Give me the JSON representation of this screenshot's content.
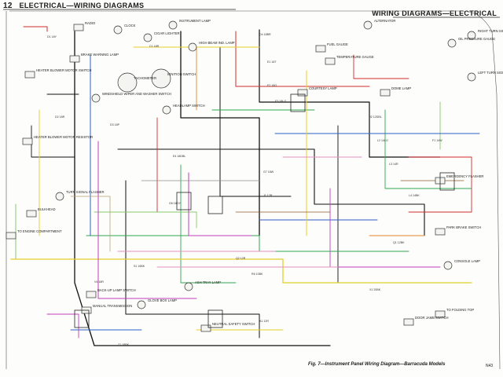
{
  "header": {
    "page_number": "12",
    "left_title": "ELECTRICAL—WIRING DIAGRAMS",
    "right_title": "WIRING DIAGRAMS—ELECTRICAL"
  },
  "caption": "Fig. 7—Instrument Panel Wiring Diagram—Barracuda Models",
  "page_code": "N43",
  "components": [
    {
      "id": "radio",
      "label": "RADIO"
    },
    {
      "id": "clock",
      "label": "CLOCK"
    },
    {
      "id": "cigar-lighter",
      "label": "CIGAR LIGHTER"
    },
    {
      "id": "instrument-lamp",
      "label": "INSTRUMENT LAMP"
    },
    {
      "id": "high-beam-indicator",
      "label": "HIGH BEAM IND. LAMP"
    },
    {
      "id": "alternator",
      "label": "ALTERNATOR"
    },
    {
      "id": "ignition-switch",
      "label": "IGNITION SWITCH"
    },
    {
      "id": "heater-blower-motor-switch",
      "label": "HEATER BLOWER MOTOR SWITCH"
    },
    {
      "id": "windshield-wiper-switch",
      "label": "WINDSHIELD WIPER AND WASHER SWITCH"
    },
    {
      "id": "tachometer",
      "label": "TACHOMETER"
    },
    {
      "id": "brake-warning",
      "label": "BRAKE WARNING LAMP"
    },
    {
      "id": "turn-signal-flasher",
      "label": "TURN SIGNAL FLASHER"
    },
    {
      "id": "bulkhead-disconnect",
      "label": "BULKHEAD"
    },
    {
      "id": "engine-compartment",
      "label": "TO ENGINE COMPARTMENT"
    },
    {
      "id": "heater-blower-motor-resistor",
      "label": "HEATER BLOWER MOTOR RESISTOR"
    },
    {
      "id": "headlamp-switch",
      "label": "HEADLAMP SWITCH"
    },
    {
      "id": "courtesy-lamp",
      "label": "COURTESY LAMP"
    },
    {
      "id": "dome-lamp",
      "label": "DOME LAMP"
    },
    {
      "id": "fuel-gauge",
      "label": "FUEL GAUGE"
    },
    {
      "id": "temperature-gauge",
      "label": "TEMPERATURE GAUGE"
    },
    {
      "id": "oil-pressure-gauge",
      "label": "OIL PRESSURE GAUGE"
    },
    {
      "id": "right-turn-signal-lamp",
      "label": "RIGHT TURN SIGNAL LAMP"
    },
    {
      "id": "left-turn-signal-lamp",
      "label": "LEFT TURN SIGNAL LAMP"
    },
    {
      "id": "emergency-flasher",
      "label": "EMERGENCY FLASHER"
    },
    {
      "id": "park-brake-switch",
      "label": "PARK BRAKE SWITCH"
    },
    {
      "id": "door-jamb-switch",
      "label": "DOOR JAMB SWITCH"
    },
    {
      "id": "ash-tray-lamp",
      "label": "ASH TRAY LAMP"
    },
    {
      "id": "glove-box-lamp",
      "label": "GLOVE BOX LAMP"
    },
    {
      "id": "neutral-safety-switch",
      "label": "NEUTRAL SAFETY SWITCH"
    },
    {
      "id": "back-up-lamp-switch",
      "label": "BACK-UP LAMP SWITCH"
    },
    {
      "id": "manual-transmission",
      "label": "MANUAL TRANSMISSION"
    },
    {
      "id": "console-lamp",
      "label": "CONSOLE LAMP"
    },
    {
      "id": "to-folding-top",
      "label": "TO FOLDING TOP"
    }
  ],
  "wire_codes": [
    "D1 18Y",
    "D2 18R",
    "D3 18P",
    "D4 18BR",
    "E1 18T",
    "E2 18O",
    "E3 18LG",
    "E4 18DBL",
    "G6 18GY",
    "G7 18W",
    "J1 12R",
    "J2 12DBL",
    "L2 14LG",
    "L3 14R",
    "L4 14BK",
    "Q1 12BK",
    "Q2 12R",
    "R6 10BK",
    "S1 16BK",
    "V4 18R",
    "X1 20BK",
    "Z1 18BK",
    "A1 12R",
    "C1 18R",
    "F1 14W"
  ],
  "colors": {
    "black": "#111111",
    "red": "#d42b2b",
    "green": "#2fa84f",
    "light_green": "#86c96b",
    "blue": "#2d5fc4",
    "yellow": "#e6cf2b",
    "magenta": "#c23dbe",
    "pink": "#e48fbf",
    "orange": "#e3882b",
    "brown": "#8b5a2b",
    "tan": "#b8a070",
    "gray": "#8d8d8d"
  }
}
